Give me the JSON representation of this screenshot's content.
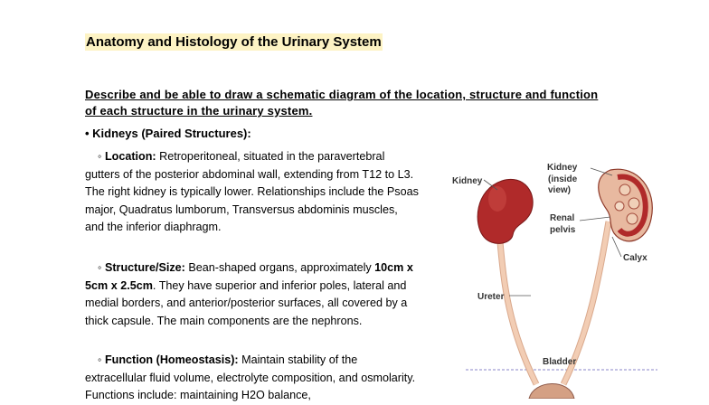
{
  "doc": {
    "title": "Anatomy and Histology of the Urinary System",
    "instruction": "Describe and be able to draw a schematic diagram of the location, structure and function of each structure in the urinary system.",
    "kidneys_heading": "• Kidneys (Paired Structures):",
    "location": {
      "label": "◦ Location:",
      "text": " Retroperitoneal, situated in the paravertebral gutters of the posterior abdominal wall, extending from T12 to L3. The right kidney is typically lower. Relationships include the Psoas major, Quadratus lumborum, Transversus abdominis muscles, and the inferior diaphragm."
    },
    "structure": {
      "label": "◦ Structure/Size:",
      "text_a": " Bean-shaped organs, approximately ",
      "size": "10cm x 5cm x 2.5cm",
      "text_b": ". They have superior and inferior poles, lateral and medial borders, and anterior/posterior surfaces, all covered by a thick capsule. The main components are the nephrons."
    },
    "function": {
      "label": "◦ Function (Homeostasis):",
      "text": " Maintain stability of the extracellular fluid volume, electrolyte composition, and osmolarity. Functions include: maintaining H2O balance,"
    }
  },
  "diagram": {
    "labels": {
      "kidney": "Kidney",
      "kidney_inside": "Kidney",
      "kidney_inside_2": "(inside",
      "kidney_inside_3": "view)",
      "renal": "Renal",
      "pelvis": "pelvis",
      "calyx": "Calyx",
      "ureter": "Ureter",
      "bladder": "Bladder"
    },
    "colors": {
      "kidney": "#b02a2a",
      "ureter": "#f2cdb4",
      "label_line": "#555555"
    }
  }
}
